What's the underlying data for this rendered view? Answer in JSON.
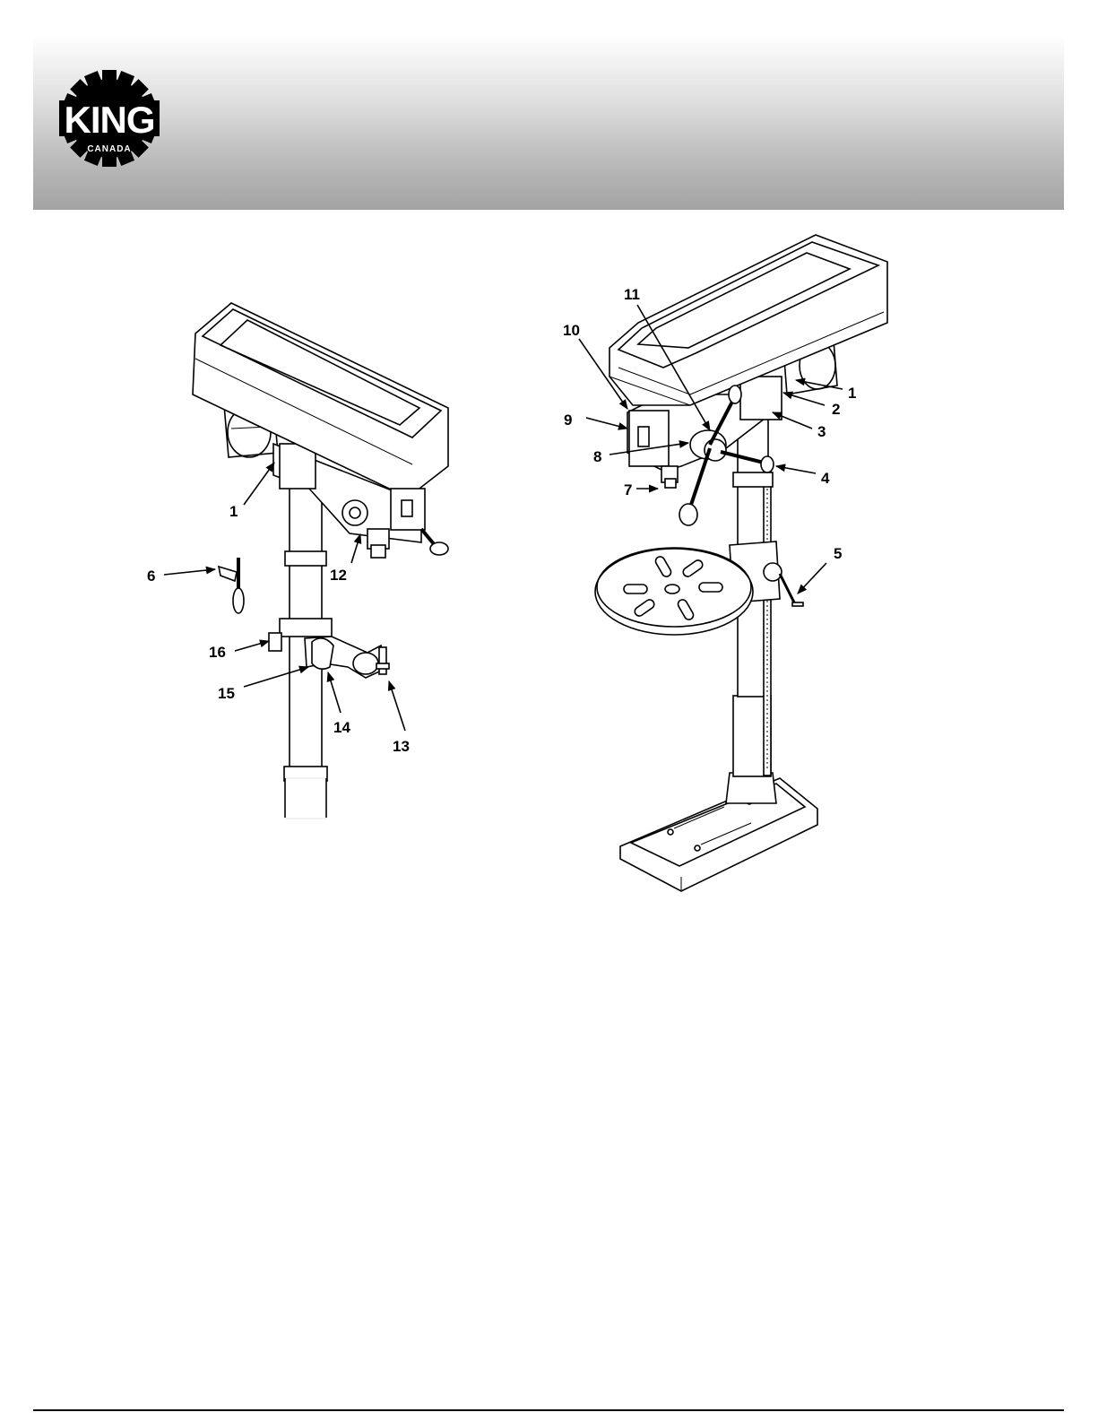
{
  "logo": {
    "brand": "KING",
    "sub": "CANADA"
  },
  "callouts_left": [
    "1",
    "6",
    "12",
    "16",
    "15",
    "14",
    "13"
  ],
  "callouts_right": [
    "11",
    "10",
    "9",
    "8",
    "7",
    "1",
    "2",
    "3",
    "4",
    "5"
  ],
  "colors": {
    "ink": "#000000",
    "band_light": "#ffffff",
    "band_dark": "#a3a3a3"
  }
}
